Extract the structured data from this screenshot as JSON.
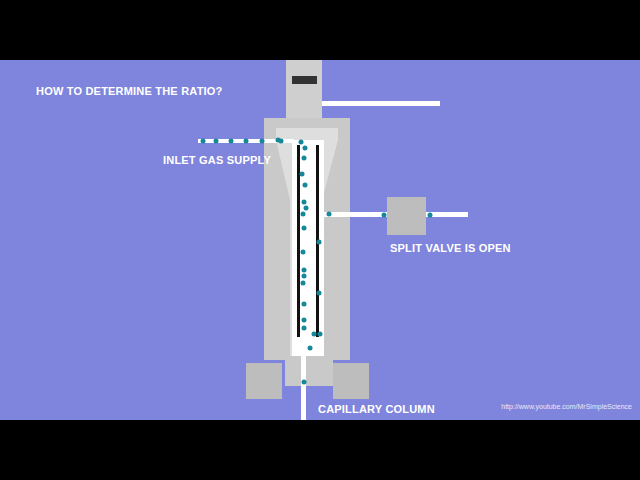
{
  "diagram": {
    "title": "HOW TO DETERMINE THE RATIO?",
    "labels": [
      "INLET GAS SUPPLY",
      "SPLIT VALVE IS OPEN",
      "CAPILLARY COLUMN",
      "http://www.youtube.com/MrSimpleScience"
    ]
  }
}
